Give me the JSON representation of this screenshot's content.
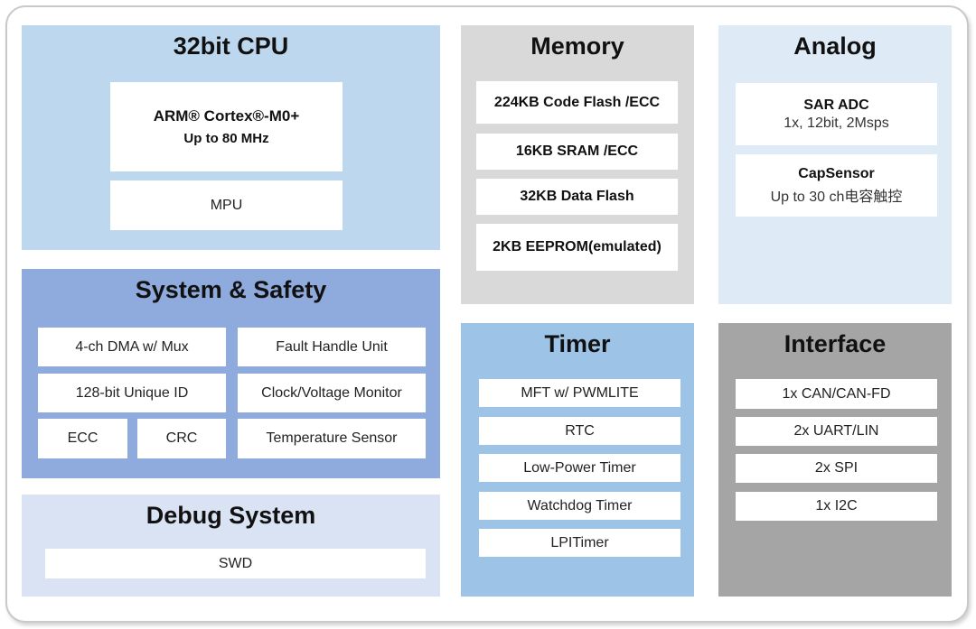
{
  "colors": {
    "cpu_bg": "#bdd7ee",
    "safety_bg": "#8faadc",
    "debug_bg": "#dae3f3",
    "memory_bg": "#d9d9d9",
    "timer_bg": "#9dc3e6",
    "analog_bg": "#deebf7",
    "interface_bg": "#a5a5a5"
  },
  "cpu": {
    "title": "32bit CPU",
    "core": "ARM® Cortex®-M0+",
    "freq": "Up to 80 MHz",
    "mpu": "MPU"
  },
  "safety": {
    "title": "System & Safety",
    "dma": "4-ch DMA w/ Mux",
    "fault": "Fault Handle Unit",
    "uid": "128-bit Unique ID",
    "monitor": "Clock/Voltage Monitor",
    "ecc": "ECC",
    "crc": "CRC",
    "temp": "Temperature Sensor"
  },
  "debug": {
    "title": "Debug System",
    "swd": "SWD"
  },
  "memory": {
    "title": "Memory",
    "items": [
      "224KB Code Flash /ECC",
      "16KB SRAM /ECC",
      "32KB Data Flash",
      "2KB EEPROM(emulated)"
    ]
  },
  "timer": {
    "title": "Timer",
    "items": [
      "MFT w/ PWMLITE",
      "RTC",
      "Low-Power Timer",
      "Watchdog Timer",
      "LPITimer"
    ]
  },
  "analog": {
    "title": "Analog",
    "adc_title": "SAR ADC",
    "adc_desc": "1x, 12bit, 2Msps",
    "cap_title": "CapSensor",
    "cap_desc": "Up to 30 ch电容触控"
  },
  "interface": {
    "title": "Interface",
    "items": [
      "1x CAN/CAN-FD",
      "2x UART/LIN",
      "2x SPI",
      "1x I2C"
    ]
  }
}
